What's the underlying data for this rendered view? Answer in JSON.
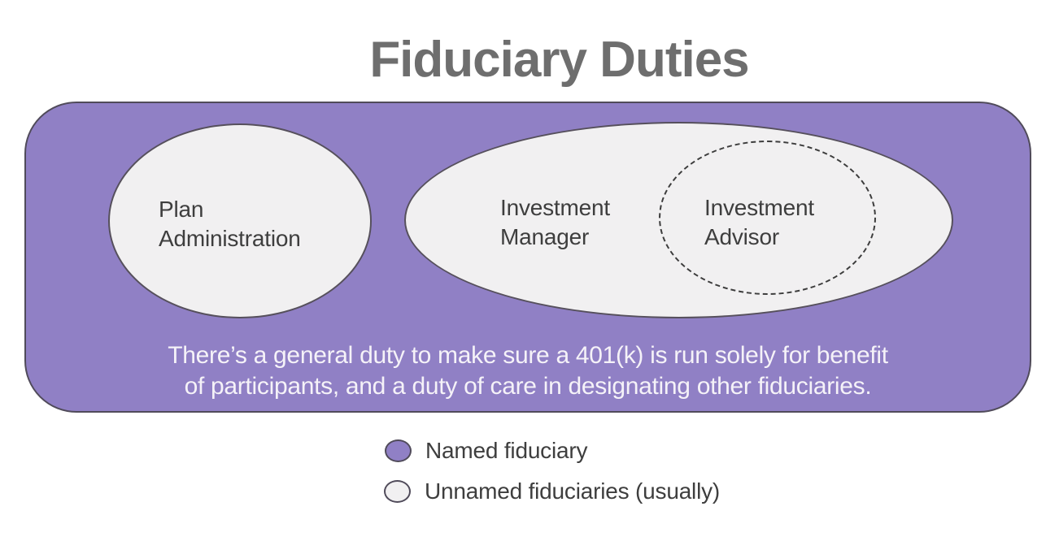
{
  "title": "Fiduciary Duties",
  "colors": {
    "named_fiduciary_fill": "#9080C5",
    "unnamed_fiduciary_fill": "#F1F0F1",
    "shape_border": "#504B5A",
    "ellipse_border": "#56505C",
    "dashed_border": "#3C3C3C",
    "title_text": "#6E6E6E",
    "label_text": "#3E3E3E",
    "note_text": "#F5F2F8"
  },
  "diagram": {
    "plan_administration_label": "Plan Administration",
    "investment_manager_label": "Investment Manager",
    "investment_advisor_label": "Investment Advisor",
    "note_line1": "There’s a general duty to make sure a 401(k) is run solely for benefit",
    "note_line2": "of participants, and a duty of care in designating other fiduciaries."
  },
  "legend": {
    "items": [
      {
        "key": "named",
        "label": "Named fiduciary"
      },
      {
        "key": "unnamed",
        "label": "Unnamed fiduciaries (usually)"
      }
    ]
  }
}
